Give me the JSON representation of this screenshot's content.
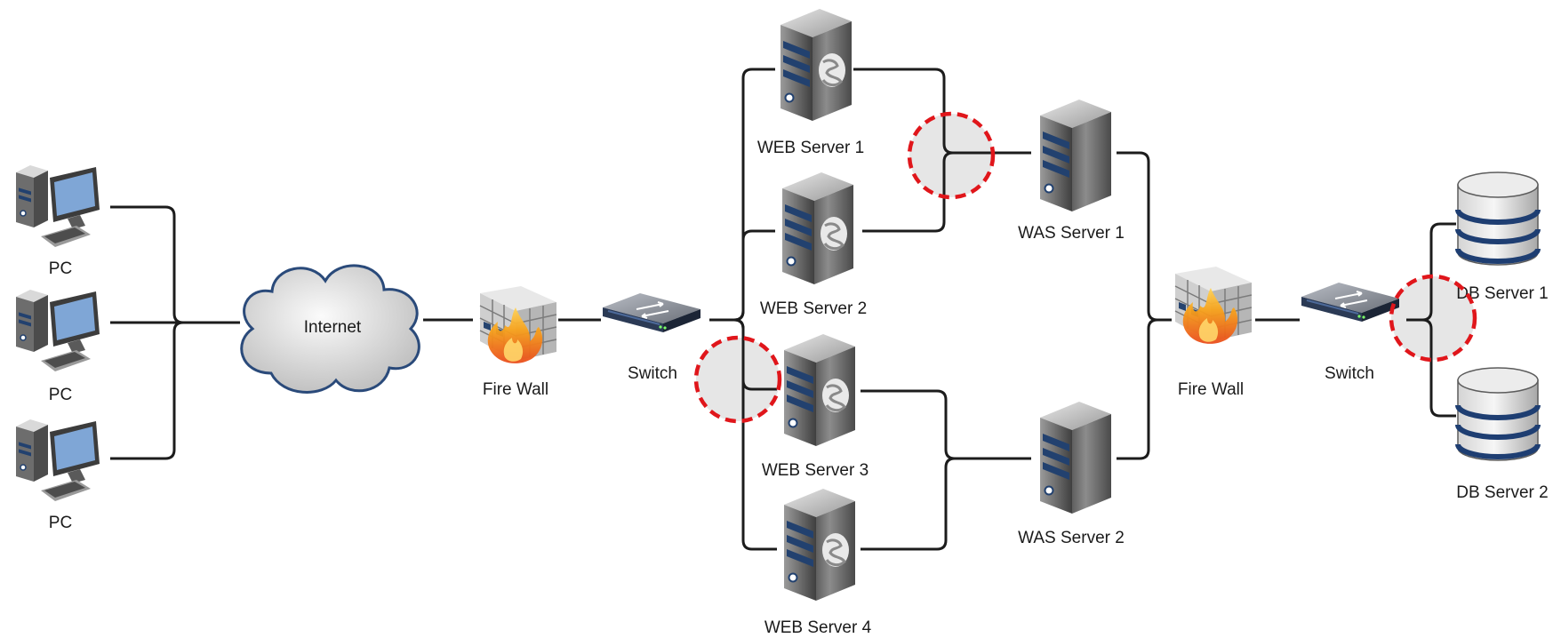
{
  "nodes": {
    "pc1": "PC",
    "pc2": "PC",
    "pc3": "PC",
    "internet": "Internet",
    "firewall1": "Fire Wall",
    "switch1": "Switch",
    "web1": "WEB Server 1",
    "web2": "WEB Server 2",
    "web3": "WEB Server 3",
    "web4": "WEB Server 4",
    "was1": "WAS Server 1",
    "was2": "WAS Server 2",
    "firewall2": "Fire Wall",
    "switch2": "Switch",
    "db1": "DB Server 1",
    "db2": "DB Server 2"
  },
  "colors": {
    "line": "#1c1c1c",
    "highlight_stroke": "#e0161b",
    "highlight_fill": "#e6e6e6",
    "db_stripe": "#1e3e72",
    "cloud_stroke": "#2a4a7a"
  }
}
